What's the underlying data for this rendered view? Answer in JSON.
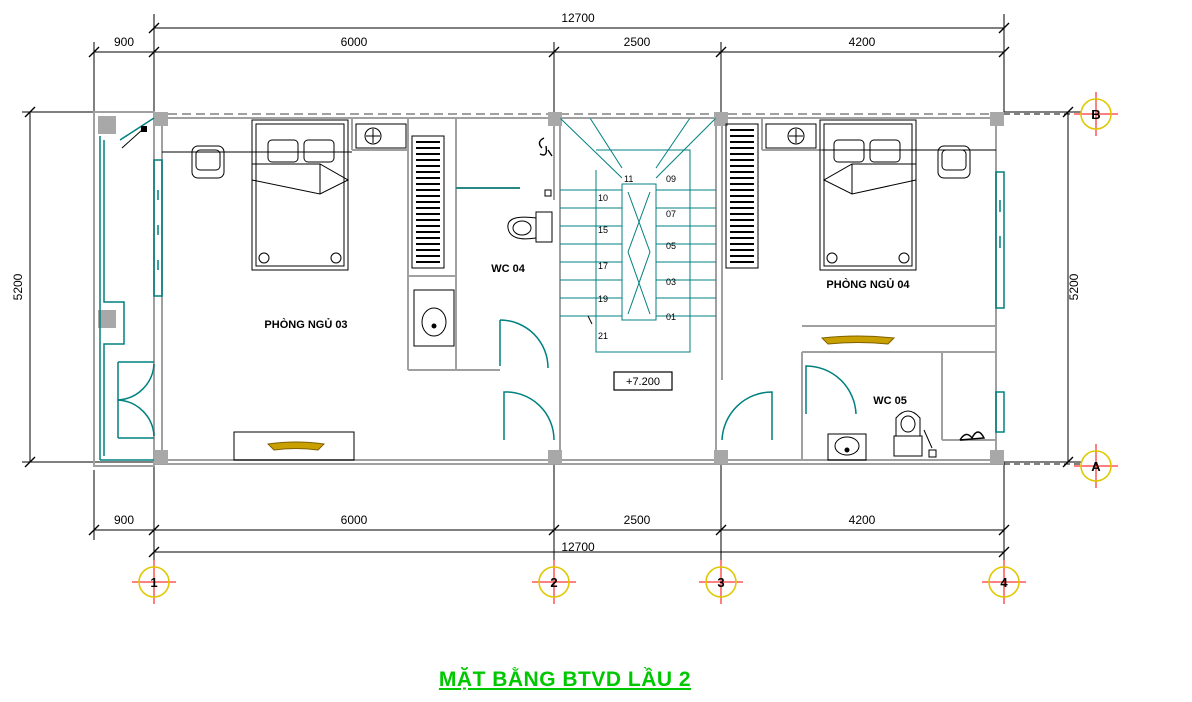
{
  "colors": {
    "wall": "#a0a0a0",
    "window": "#008080",
    "grid_bubble": "#e0c800",
    "grid_cross": "#ff0000",
    "title": "#00c800",
    "hatch": "#000000"
  },
  "title": "MẶT BẰNG BTVD LẦU 2",
  "dimensions": {
    "top_overall": "12700",
    "top_segments": [
      "900",
      "6000",
      "2500",
      "4200"
    ],
    "bottom_segments": [
      "900",
      "6000",
      "2500",
      "4200"
    ],
    "bottom_overall": "12700",
    "left_vertical": "5200",
    "right_vertical": "5200"
  },
  "grid_bubbles": {
    "columns": [
      "1",
      "2",
      "3",
      "4"
    ],
    "rows": [
      "B",
      "A"
    ]
  },
  "rooms": {
    "bedroom_03": "PHÒNG NGỦ 03",
    "bedroom_04": "PHÒNG NGỦ 04",
    "wc_04": "WC 04",
    "wc_05": "WC 05"
  },
  "level_marker": "+7.200",
  "stair_steps": {
    "left": [
      "10",
      "15",
      "17",
      "19",
      "21"
    ],
    "top": "11",
    "right": [
      "09",
      "07",
      "05",
      "03",
      "01"
    ]
  }
}
